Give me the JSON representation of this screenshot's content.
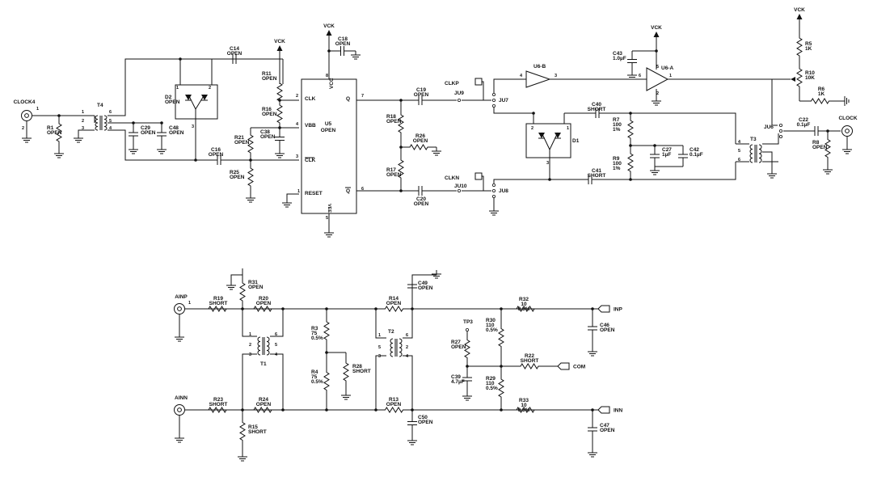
{
  "nets": {
    "vck": "VCK",
    "clock_in": "CLOCK4",
    "clock_out": "CLOCK",
    "clkp": "CLKP",
    "clkn": "CLKN",
    "ainp": "AINP",
    "ainn": "AINN",
    "inp": "INP",
    "inn": "INN",
    "com": "COM",
    "tp3": "TP3"
  },
  "ics": {
    "u5": {
      "ref": "U5",
      "value": "OPEN",
      "pins": {
        "clk": "CLK",
        "vbb": "VBB",
        "clkb": "CLK",
        "reset": "RESET",
        "q": "Q",
        "qb": "Q",
        "vcc": "VCC",
        "vee": "VEE"
      }
    },
    "u6b": {
      "ref": "U6-B"
    },
    "u6a": {
      "ref": "U6-A"
    }
  },
  "diodes": {
    "d1": {
      "ref": "D1"
    },
    "d2": {
      "ref": "D2",
      "value": "OPEN"
    }
  },
  "transformers": {
    "t1": {
      "ref": "T1"
    },
    "t2": {
      "ref": "T2"
    },
    "t3": {
      "ref": "T3"
    },
    "t4": {
      "ref": "T4"
    }
  },
  "jumpers": {
    "ju7": "JU7",
    "ju8": "JU8",
    "ju9": "JU9",
    "ju10": "JU10"
  },
  "components": [
    {
      "ref": "R1",
      "value": "OPEN"
    },
    {
      "ref": "C14",
      "value": "OPEN"
    },
    {
      "ref": "C29",
      "value": "OPEN"
    },
    {
      "ref": "C48",
      "value": "OPEN"
    },
    {
      "ref": "C16",
      "value": "OPEN"
    },
    {
      "ref": "R11",
      "value": "OPEN"
    },
    {
      "ref": "R16",
      "value": "OPEN"
    },
    {
      "ref": "R21",
      "value": "OPEN"
    },
    {
      "ref": "C38",
      "value": "OPEN"
    },
    {
      "ref": "R25",
      "value": "OPEN"
    },
    {
      "ref": "C18",
      "value": "OPEN"
    },
    {
      "ref": "R18",
      "value": "OPEN"
    },
    {
      "ref": "C19",
      "value": "OPEN"
    },
    {
      "ref": "R26",
      "value": "OPEN"
    },
    {
      "ref": "R17",
      "value": "OPEN"
    },
    {
      "ref": "C20",
      "value": "OPEN"
    },
    {
      "ref": "C43",
      "value": "1.0µF"
    },
    {
      "ref": "C40",
      "value": "SHORT"
    },
    {
      "ref": "R7",
      "value": "100",
      "extra": "1%"
    },
    {
      "ref": "C27",
      "value": "1µF"
    },
    {
      "ref": "C42",
      "value": "0.1µF"
    },
    {
      "ref": "R9",
      "value": "100",
      "extra": "1%"
    },
    {
      "ref": "C41",
      "value": "SHORT"
    },
    {
      "ref": "R5",
      "value": "1K"
    },
    {
      "ref": "R10",
      "value": "10K"
    },
    {
      "ref": "R6",
      "value": "1K"
    },
    {
      "ref": "C22",
      "value": "0.1µF"
    },
    {
      "ref": "R8",
      "value": "OPEN"
    },
    {
      "ref": "R31",
      "value": "OPEN"
    },
    {
      "ref": "R19",
      "value": "SHORT"
    },
    {
      "ref": "R20",
      "value": "OPEN"
    },
    {
      "ref": "R3",
      "value": "75",
      "extra": "0.5%"
    },
    {
      "ref": "R4",
      "value": "75",
      "extra": "0.5%"
    },
    {
      "ref": "R28",
      "value": "SHORT"
    },
    {
      "ref": "R14",
      "value": "OPEN"
    },
    {
      "ref": "C49",
      "value": "OPEN"
    },
    {
      "ref": "R32",
      "value": "10",
      "extra": "0.5%"
    },
    {
      "ref": "C46",
      "value": "OPEN"
    },
    {
      "ref": "R30",
      "value": "110",
      "extra": "0.5%"
    },
    {
      "ref": "R27",
      "value": "OPEN"
    },
    {
      "ref": "C39",
      "value": "4.7µF"
    },
    {
      "ref": "R22",
      "value": "SHORT"
    },
    {
      "ref": "R29",
      "value": "110",
      "extra": "0.5%"
    },
    {
      "ref": "R23",
      "value": "SHORT"
    },
    {
      "ref": "R24",
      "value": "OPEN"
    },
    {
      "ref": "R15",
      "value": "SHORT"
    },
    {
      "ref": "R13",
      "value": "OPEN"
    },
    {
      "ref": "C50",
      "value": "OPEN"
    },
    {
      "ref": "R33",
      "value": "10",
      "extra": "0.5%"
    },
    {
      "ref": "C47",
      "value": "OPEN"
    }
  ],
  "pins": {
    "p1": "1",
    "p2": "2",
    "p3": "3",
    "p4": "4",
    "p5": "5",
    "p6": "6",
    "p7": "7",
    "p8": "8"
  }
}
